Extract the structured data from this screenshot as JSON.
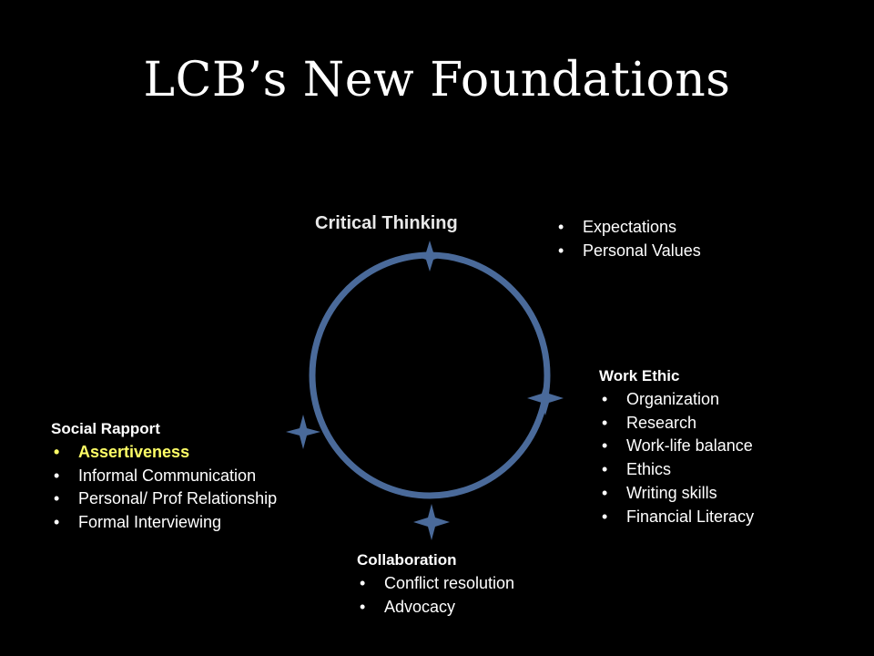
{
  "slide": {
    "title": "LCB’s New Foundations"
  },
  "diagram": {
    "circle_color": "#4a6a9a",
    "star_color": "#4a6a9a",
    "center_label": "Critical Thinking"
  },
  "groups": {
    "expectations": {
      "items": [
        "Expectations",
        "Personal Values"
      ]
    },
    "work_ethic": {
      "heading": "Work Ethic",
      "items": [
        "Organization",
        "Research",
        "Work-life balance",
        "Ethics",
        "Writing skills",
        "Financial Literacy"
      ]
    },
    "social_rapport": {
      "heading": "Social Rapport",
      "highlight_color": "#ffff66",
      "items": [
        "Assertiveness",
        "Informal Communication",
        "Personal/ Prof Relationship",
        "Formal Interviewing"
      ]
    },
    "collaboration": {
      "heading": "Collaboration",
      "items": [
        "Conflict resolution",
        "Advocacy"
      ]
    }
  }
}
